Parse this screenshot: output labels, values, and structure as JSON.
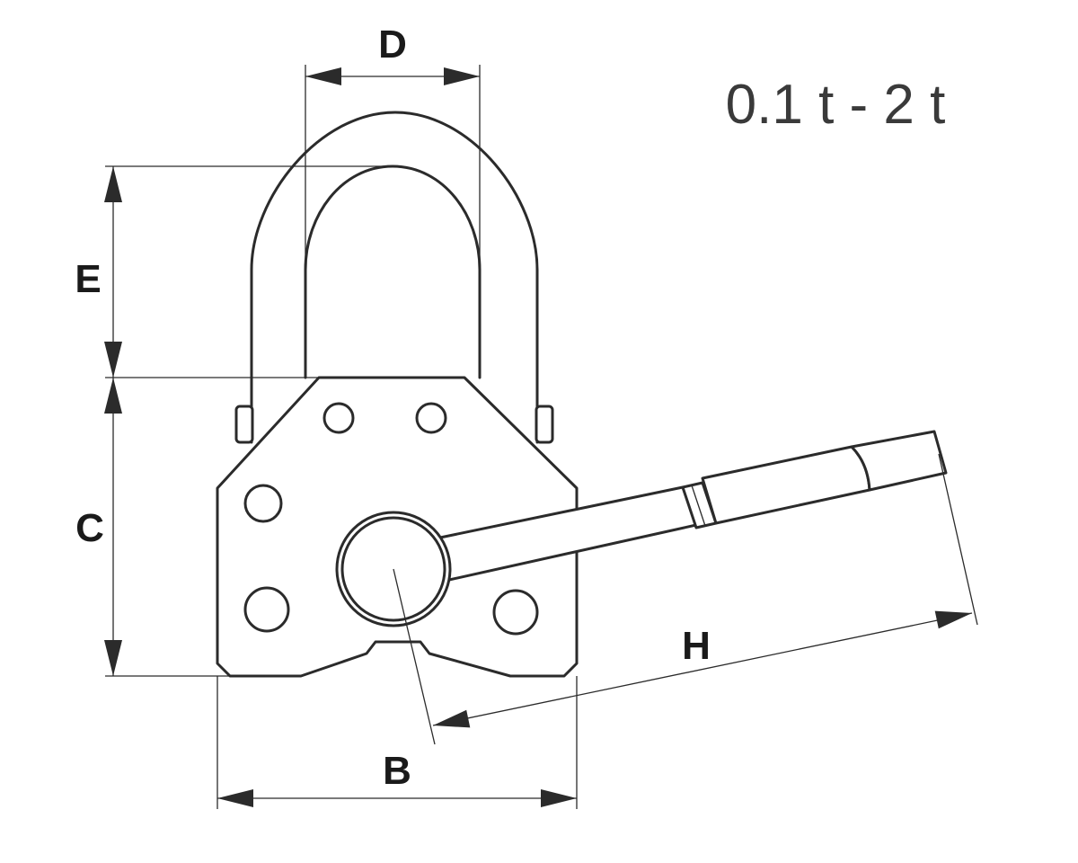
{
  "capacity_label": "0.1 t - 2 t",
  "dimensions": {
    "D": "D",
    "E": "E",
    "C": "C",
    "B": "B",
    "H": "H"
  },
  "colors": {
    "line": "#2b2b2b",
    "text": "#1a1a1a",
    "capacity_text": "#3a3a3a",
    "background": "#ffffff"
  }
}
